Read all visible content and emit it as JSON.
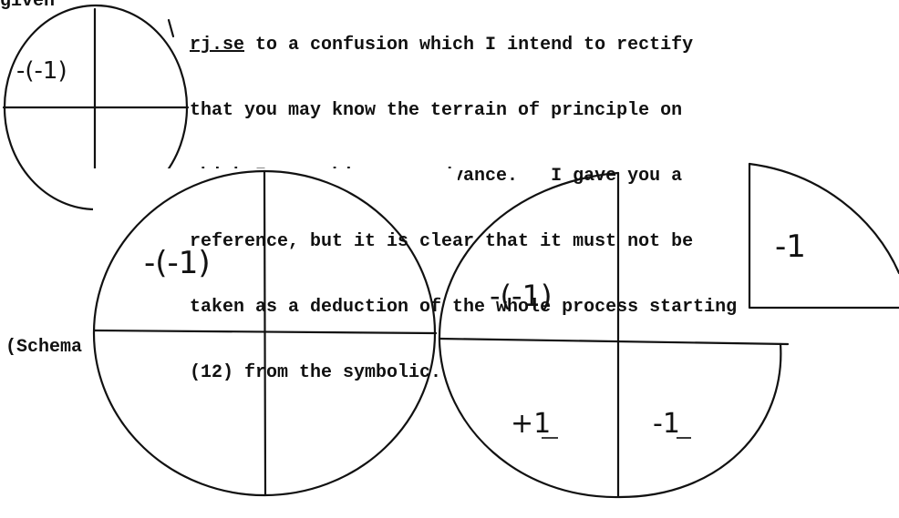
{
  "text": {
    "left_word": "given",
    "lines": [
      {
        "prefix": "",
        "underlined": "rj.se",
        "rest": " to a confusion which I intend to rectify"
      },
      {
        "prefix": "that you may know the terrain of principle on",
        "underlined": "",
        "rest": ""
      },
      {
        "prefix": "which I am making you advance.   I gave you a",
        "underlined": "",
        "rest": ""
      },
      {
        "prefix": "reference, but it is clear that it must not be",
        "underlined": "",
        "rest": ""
      },
      {
        "prefix": "taken as a deduction of the whole process starting",
        "underlined": "",
        "rest": ""
      },
      {
        "prefix": "(12) from the symbolic.",
        "underlined": "",
        "rest": ""
      }
    ],
    "schema_label": "(Schema"
  },
  "diagram_labels": {
    "small_circle_quadrant": "-(-1)",
    "large_circle_quadrant": "-(-1)",
    "half_circle_upper": "-(-1)",
    "half_circle_lower_left": "+1",
    "half_circle_lower_right": "-1",
    "quarter_piece": "-1"
  }
}
